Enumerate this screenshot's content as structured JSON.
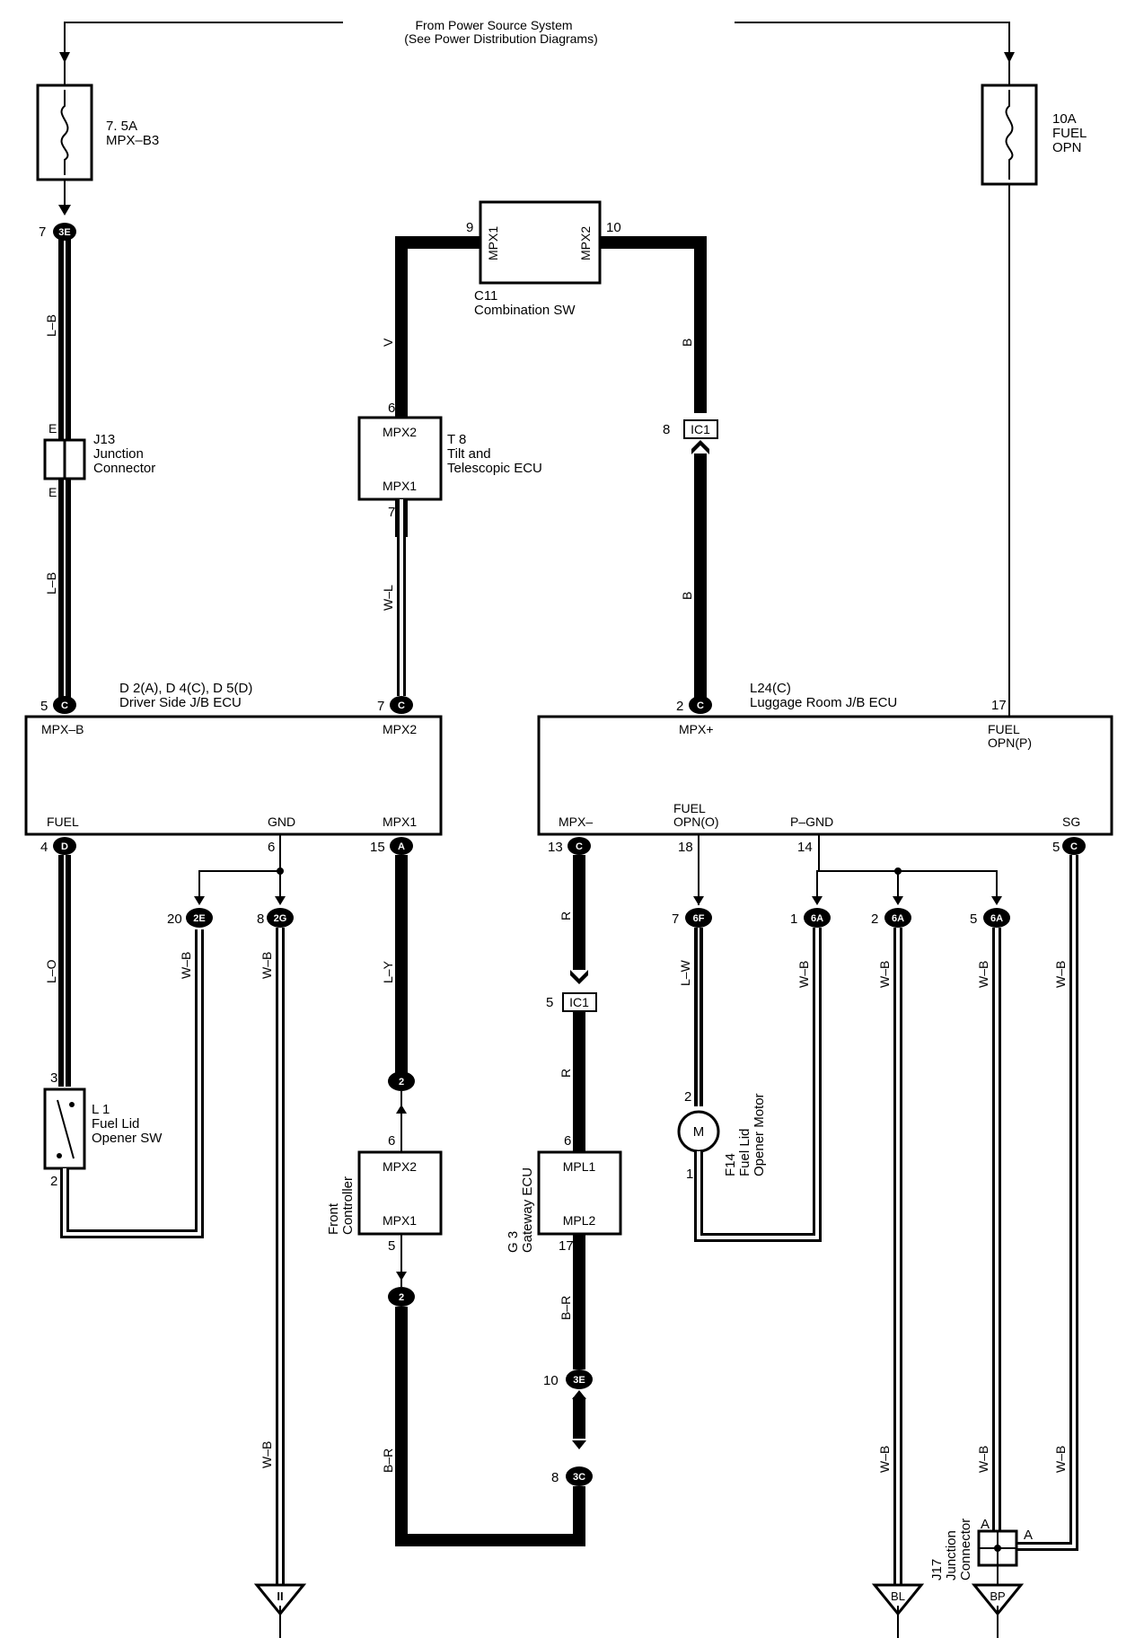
{
  "header": {
    "line1": "From Power Source System",
    "line2": "(See Power Distribution Diagrams)"
  },
  "fuses": [
    {
      "amps": "7. 5A",
      "name": "MPX–B3"
    },
    {
      "amps": "10A",
      "name": "FUEL",
      "name2": "OPN"
    }
  ],
  "connectors": {
    "c11": {
      "id": "C11",
      "name": "Combination SW",
      "pin_left": "MPX1",
      "pin_right": "MPX2",
      "num_left": "9",
      "num_right": "10"
    },
    "t8": {
      "id": "T 8",
      "name1": "Tilt and",
      "name2": "Telescopic ECU",
      "pin_top": "MPX2",
      "pin_bottom": "MPX1",
      "num_top": "6",
      "num_bottom": "7"
    },
    "j13": {
      "id": "J13",
      "name1": "Junction",
      "name2": "Connector",
      "pin": "E"
    },
    "driver_ecu": {
      "id": "D 2(A), D 4(C), D 5(D)",
      "name": "Driver Side J/B ECU",
      "pins": {
        "mpxb": "MPX–B",
        "mpx2": "MPX2",
        "fuel": "FUEL",
        "gnd": "GND",
        "mpx1": "MPX1"
      }
    },
    "luggage_ecu": {
      "id": "L24(C)",
      "name": "Luggage Room J/B ECU",
      "pins": {
        "mpxplus": "MPX+",
        "fuelp1": "FUEL",
        "fuelp2": "OPN(P)",
        "mpxminus": "MPX–",
        "fuelo1": "FUEL",
        "fuelo2": "OPN(O)",
        "pgnd": "P–GND",
        "sg": "SG"
      }
    },
    "l1": {
      "id": "L 1",
      "name1": "Fuel Lid",
      "name2": "Opener SW"
    },
    "front": {
      "name1": "Front",
      "name2": "Controller",
      "pin_top": "MPX2",
      "pin_bottom": "MPX1"
    },
    "g3": {
      "name1": "G 3",
      "name2": "Gateway ECU",
      "pin_top": "MPL1",
      "pin_bottom": "MPL2"
    },
    "f14": {
      "id": "F14",
      "name1": "Fuel Lid",
      "name2": "Opener Motor",
      "motor": "M"
    },
    "j17": {
      "id": "J17",
      "name1": "Junction",
      "name2": "Connector",
      "pin": "A"
    }
  },
  "wires": {
    "lb": "L–B",
    "v": "V",
    "b": "B",
    "wl": "W–L",
    "lo": "L–O",
    "wb": "W–B",
    "ly": "L–Y",
    "r": "R",
    "lw": "L–W",
    "br": "B–R"
  },
  "pins": {
    "p7": "7",
    "p5": "5",
    "p2": "2",
    "p17": "17",
    "p4": "4",
    "p6": "6",
    "p15": "15",
    "p13": "13",
    "p18": "18",
    "p14": "14",
    "p20": "20",
    "p8": "8",
    "p1": "1",
    "p3": "3",
    "p10": "10"
  },
  "codes": {
    "c3E": "3E",
    "cC": "C",
    "cD": "D",
    "cA": "A",
    "c2E": "2E",
    "c2G": "2G",
    "c6F": "6F",
    "c6A": "6A",
    "c2": "2",
    "c3C": "3C",
    "cIC1": "IC1"
  },
  "grounds": {
    "ii": "II",
    "bl": "BL",
    "bp": "BP"
  }
}
